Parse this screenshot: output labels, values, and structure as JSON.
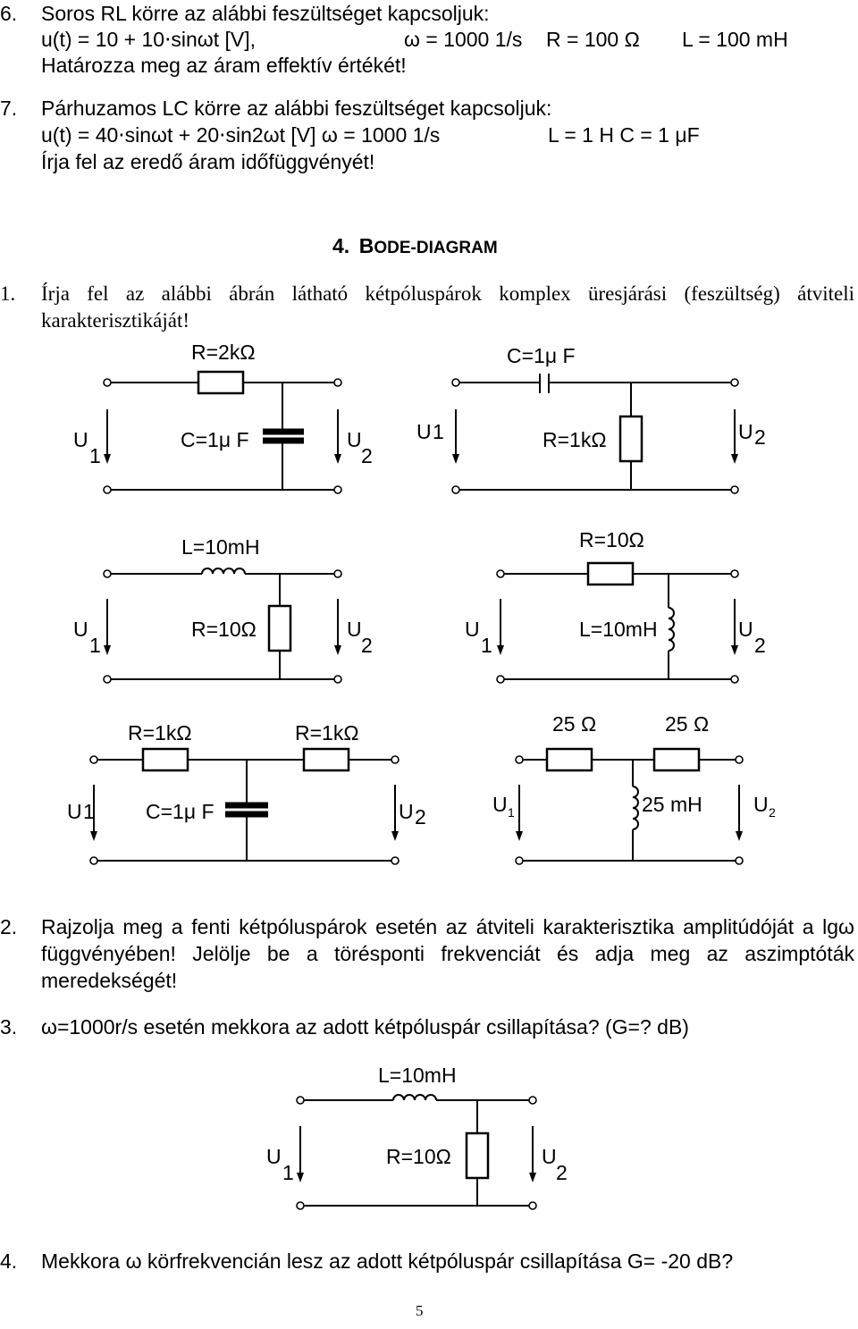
{
  "problem6": {
    "num": "6.",
    "line1": "Soros  RL  körre az alábbi feszültséget kapcsoljuk:",
    "line2a": "u(t) = 10 + 10⋅sinωt [V],",
    "line2b": "ω = 1000 1/s",
    "line2c": "R = 100 Ω",
    "line2d": "L = 100 mH",
    "line3": "Határozza meg az áram effektív értékét!"
  },
  "problem7": {
    "num": "7.",
    "line1": "Párhuzamos  LC  körre az alábbi feszültséget kapcsoljuk:",
    "line2a": "u(t) = 40⋅sinωt + 20⋅sin2ωt [V] ω = 1000 1/s",
    "line2b": "L = 1 H  C = 1 μF",
    "line3": "Írja fel az eredő áram időfüggvényét!"
  },
  "section": {
    "number": "4.",
    "title_first": "B",
    "title_rest": "ODE-DIAGRAM"
  },
  "q1": {
    "num": "1.",
    "text": "Írja fel az alábbi ábrán látható kétpóluspárok komplex üresjárási (feszültség) átviteli karakterisztikáját!"
  },
  "circuits": {
    "c1": {
      "u1": "U",
      "u1s": "1",
      "u2": "U",
      "u2s": "2",
      "r": "R=2kΩ",
      "c": "C=1μ F"
    },
    "c2": {
      "u1": "U",
      "u1s": "1",
      "u2": "U",
      "u2s": "2",
      "c": "C=1μ F",
      "r": "R=1kΩ"
    },
    "c3": {
      "u1": "U",
      "u1s": "1",
      "u2": "U",
      "u2s": "2",
      "l": "L=10mH",
      "r": "R=10Ω"
    },
    "c4": {
      "u1": "U",
      "u1s": "1",
      "u2": "U",
      "u2s": "2",
      "r": "R=10Ω",
      "l": "L=10mH"
    },
    "c5": {
      "u1": "U",
      "u1s": "1",
      "u2": "U",
      "u2s": "2",
      "r1": "R=1kΩ",
      "r2": "R=1kΩ",
      "c": "C=1μ F"
    },
    "c6": {
      "u1": "U",
      "u1s": "1",
      "u2": "U",
      "u2s": "2",
      "r1": "25 Ω",
      "r2": "25 Ω",
      "l": "25 mH"
    },
    "c7": {
      "u1": "U",
      "u1s": "1",
      "u2": "U",
      "u2s": "2",
      "l": "L=10mH",
      "r": "R=10Ω"
    }
  },
  "q2": {
    "num": "2.",
    "text": "Rajzolja meg a fenti kétpóluspárok esetén az átviteli karakterisztika amplitúdóját a lgω függvényében! Jelölje be a törésponti frekvenciát és adja meg az aszimptóták meredekségét!"
  },
  "q3": {
    "num": "3.",
    "text": "ω=1000r/s esetén mekkora az adott kétpóluspár csillapítása? (G=? dB)"
  },
  "q4": {
    "num": "4.",
    "text": "Mekkora ω körfrekvencián lesz az adott kétpóluspár csillapítása G= -20 dB?"
  },
  "page_number": "5"
}
